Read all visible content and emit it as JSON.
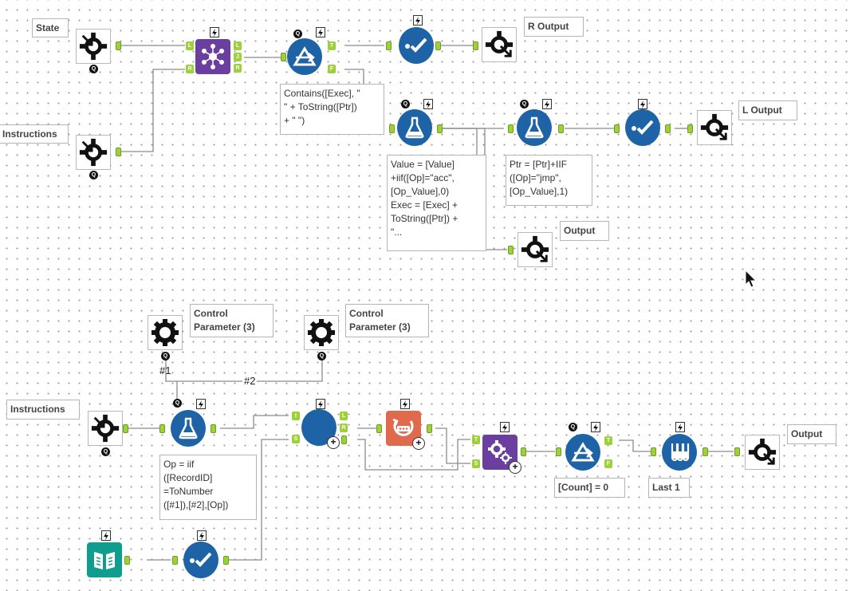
{
  "notes": {
    "state": "State",
    "instructions_top": "Instructions",
    "r_output": "R Output",
    "l_output": "L Output",
    "output_mid": "Output",
    "contains": "Contains([Exec], \"\n\" + ToString([Ptr])\n+ \" \")",
    "value_exec": "Value = [Value]\n+iif([Op]=\"acc\",\n[Op_Value],0)\nExec = [Exec] +\nToString([Ptr]) +\n\"...",
    "ptr": "Ptr = [Ptr]+IIF\n([Op]=\"jmp\",\n[Op_Value],1)",
    "control1": "Control\nParameter (3)",
    "control2": "Control\nParameter (3)",
    "instructions_bottom": "Instructions",
    "op_iif": "Op = iif\n([RecordID]\n=ToNumber\n([#1]),[#2],[Op])",
    "count_zero": "[Count] = 0",
    "last1": "Last 1",
    "output_bottom": "Output"
  },
  "connection_labels": {
    "c1": "#1",
    "c2": "#2"
  },
  "anchor_labels": {
    "join_l": "L",
    "join_r": "R",
    "join_out_l": "L",
    "join_out_j": "J",
    "join_out_r": "R",
    "filter_t": "T",
    "filter_f": "F",
    "macro_i": "I",
    "macro_s": "S",
    "macro_l": "L",
    "macro_r": "R",
    "detour_t": "T",
    "detour_s": "S",
    "filter2_t": "T",
    "filter2_f": "F"
  },
  "badges": {
    "question": "Q"
  },
  "colors": {
    "blue": "#1d63a6",
    "purple": "#6b3fa0",
    "orange": "#e06a4e",
    "teal": "#0f9e8e",
    "anchor": "#9dd13a"
  },
  "icons": [
    "macro-input-icon",
    "join-icon",
    "filter-icon",
    "browse-icon",
    "macro-output-icon",
    "formula-icon",
    "control-parameter-icon",
    "iterative-macro-icon",
    "generate-rows-icon",
    "batch-macro-icon",
    "sample-icon",
    "text-input-icon",
    "mouse-cursor-icon"
  ]
}
